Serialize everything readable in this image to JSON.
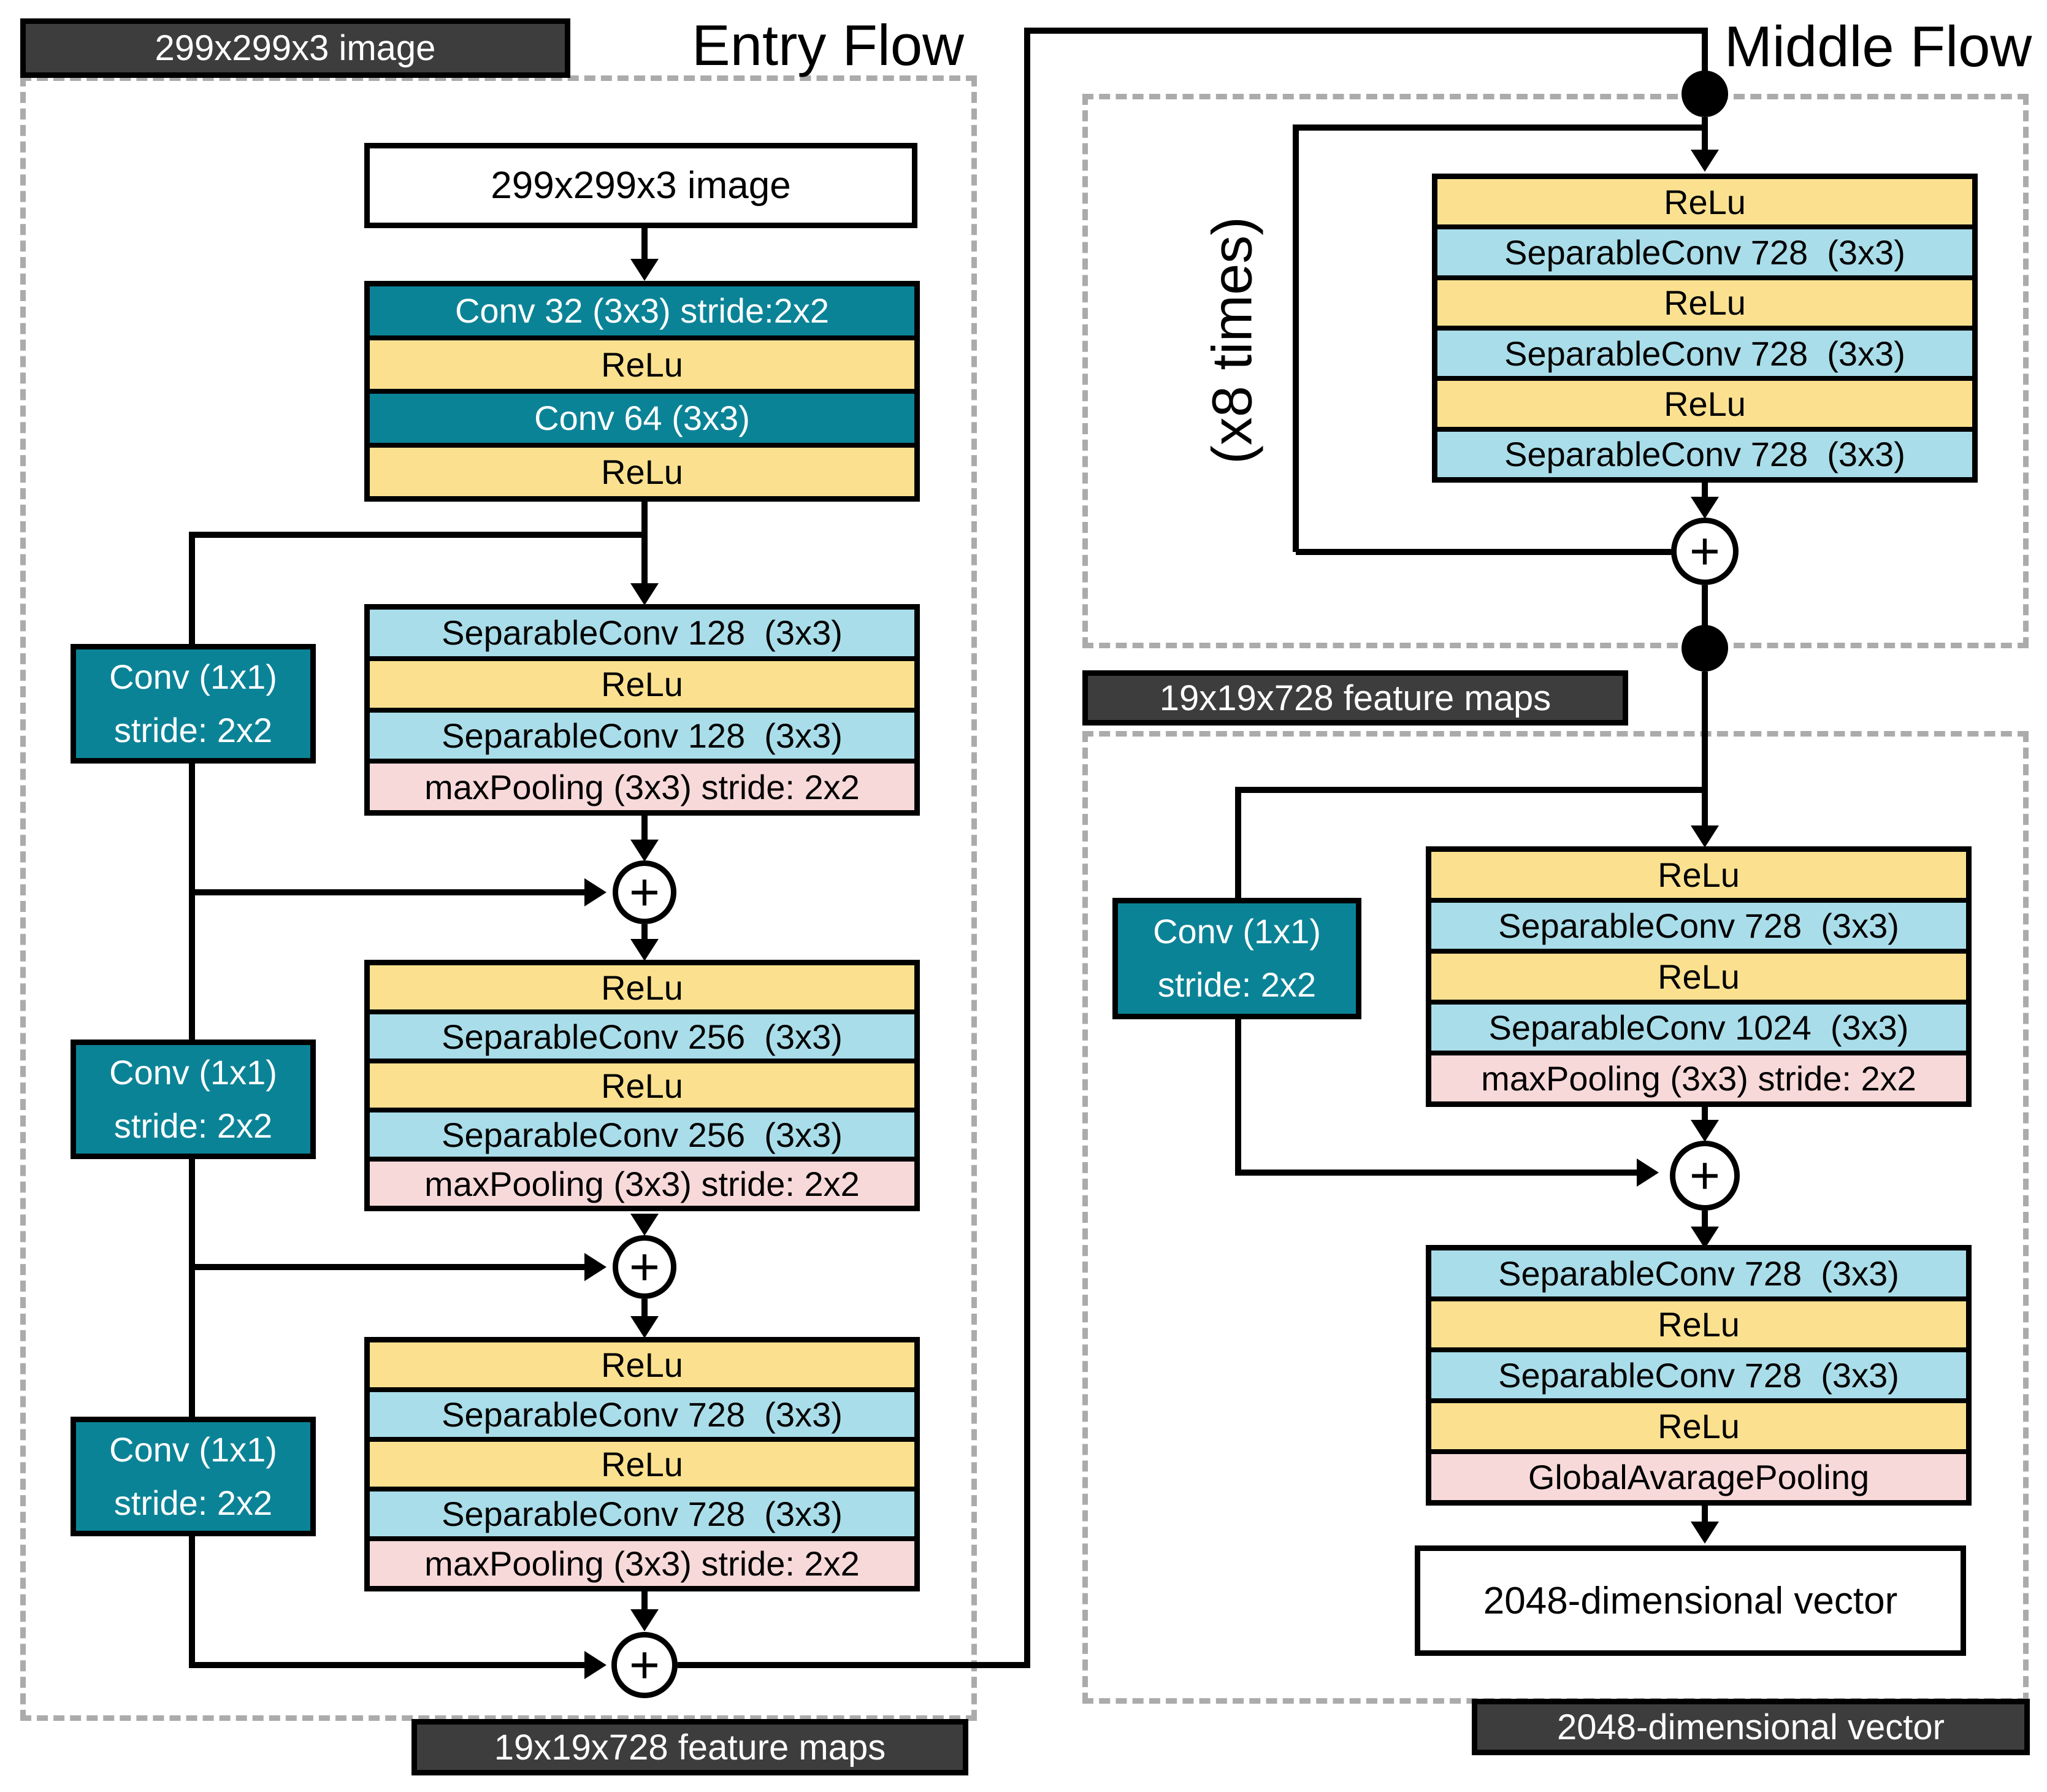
{
  "figure": {
    "kind": "cnn-architecture-diagram",
    "network": "Xception"
  },
  "colors": {
    "teal": "#0b8397",
    "yellow": "#fbe18f",
    "blue": "#a9dde9",
    "pink": "#f8d9da",
    "dark_badge_bg": "#3d3d3d",
    "dashed_border": "#ababab",
    "line": "#000000"
  },
  "symbols": {
    "plus": "+"
  },
  "entry_flow": {
    "title": "Entry Flow",
    "input_badge": "299x299x3 image",
    "input_box": "299x299x3 image",
    "output_badge": "19x19x728 feature maps",
    "skip_conv": {
      "line1": "Conv (1x1)",
      "line2": "stride: 2x2"
    },
    "stack1": [
      {
        "type": "conv",
        "label": "Conv 32 (3x3) stride:2x2"
      },
      {
        "type": "relu",
        "label": "ReLu"
      },
      {
        "type": "conv",
        "label": "Conv 64 (3x3)"
      },
      {
        "type": "relu",
        "label": "ReLu"
      }
    ],
    "stack2": [
      {
        "type": "sep",
        "label": "SeparableConv 128  (3x3)"
      },
      {
        "type": "relu",
        "label": "ReLu"
      },
      {
        "type": "sep",
        "label": "SeparableConv 128  (3x3)"
      },
      {
        "type": "pool",
        "label": "maxPooling (3x3) stride: 2x2"
      }
    ],
    "stack3": [
      {
        "type": "relu",
        "label": "ReLu"
      },
      {
        "type": "sep",
        "label": "SeparableConv 256  (3x3)"
      },
      {
        "type": "relu",
        "label": "ReLu"
      },
      {
        "type": "sep",
        "label": "SeparableConv 256  (3x3)"
      },
      {
        "type": "pool",
        "label": "maxPooling (3x3) stride: 2x2"
      }
    ],
    "stack4": [
      {
        "type": "relu",
        "label": "ReLu"
      },
      {
        "type": "sep",
        "label": "SeparableConv 728  (3x3)"
      },
      {
        "type": "relu",
        "label": "ReLu"
      },
      {
        "type": "sep",
        "label": "SeparableConv 728  (3x3)"
      },
      {
        "type": "pool",
        "label": "maxPooling (3x3) stride: 2x2"
      }
    ]
  },
  "middle_flow": {
    "title": "Middle Flow",
    "repeat_label": "(x8 times)",
    "output_badge": "19x19x728 feature maps",
    "stack": [
      {
        "type": "relu",
        "label": "ReLu"
      },
      {
        "type": "sep",
        "label": "SeparableConv 728  (3x3)"
      },
      {
        "type": "relu",
        "label": "ReLu"
      },
      {
        "type": "sep",
        "label": "SeparableConv 728  (3x3)"
      },
      {
        "type": "relu",
        "label": "ReLu"
      },
      {
        "type": "sep",
        "label": "SeparableConv 728  (3x3)"
      }
    ]
  },
  "exit_flow": {
    "skip_conv": {
      "line1": "Conv (1x1)",
      "line2": "stride: 2x2"
    },
    "vector_box": "2048-dimensional vector",
    "output_badge": "2048-dimensional vector",
    "stack1": [
      {
        "type": "relu",
        "label": "ReLu"
      },
      {
        "type": "sep",
        "label": "SeparableConv 728  (3x3)"
      },
      {
        "type": "relu",
        "label": "ReLu"
      },
      {
        "type": "sep",
        "label": "SeparableConv 1024  (3x3)"
      },
      {
        "type": "pool",
        "label": "maxPooling (3x3) stride: 2x2"
      }
    ],
    "stack2": [
      {
        "type": "sep",
        "label": "SeparableConv 728  (3x3)"
      },
      {
        "type": "relu",
        "label": "ReLu"
      },
      {
        "type": "sep",
        "label": "SeparableConv 728  (3x3)"
      },
      {
        "type": "relu",
        "label": "ReLu"
      },
      {
        "type": "pool",
        "label": "GlobalAvaragePooling"
      }
    ]
  }
}
